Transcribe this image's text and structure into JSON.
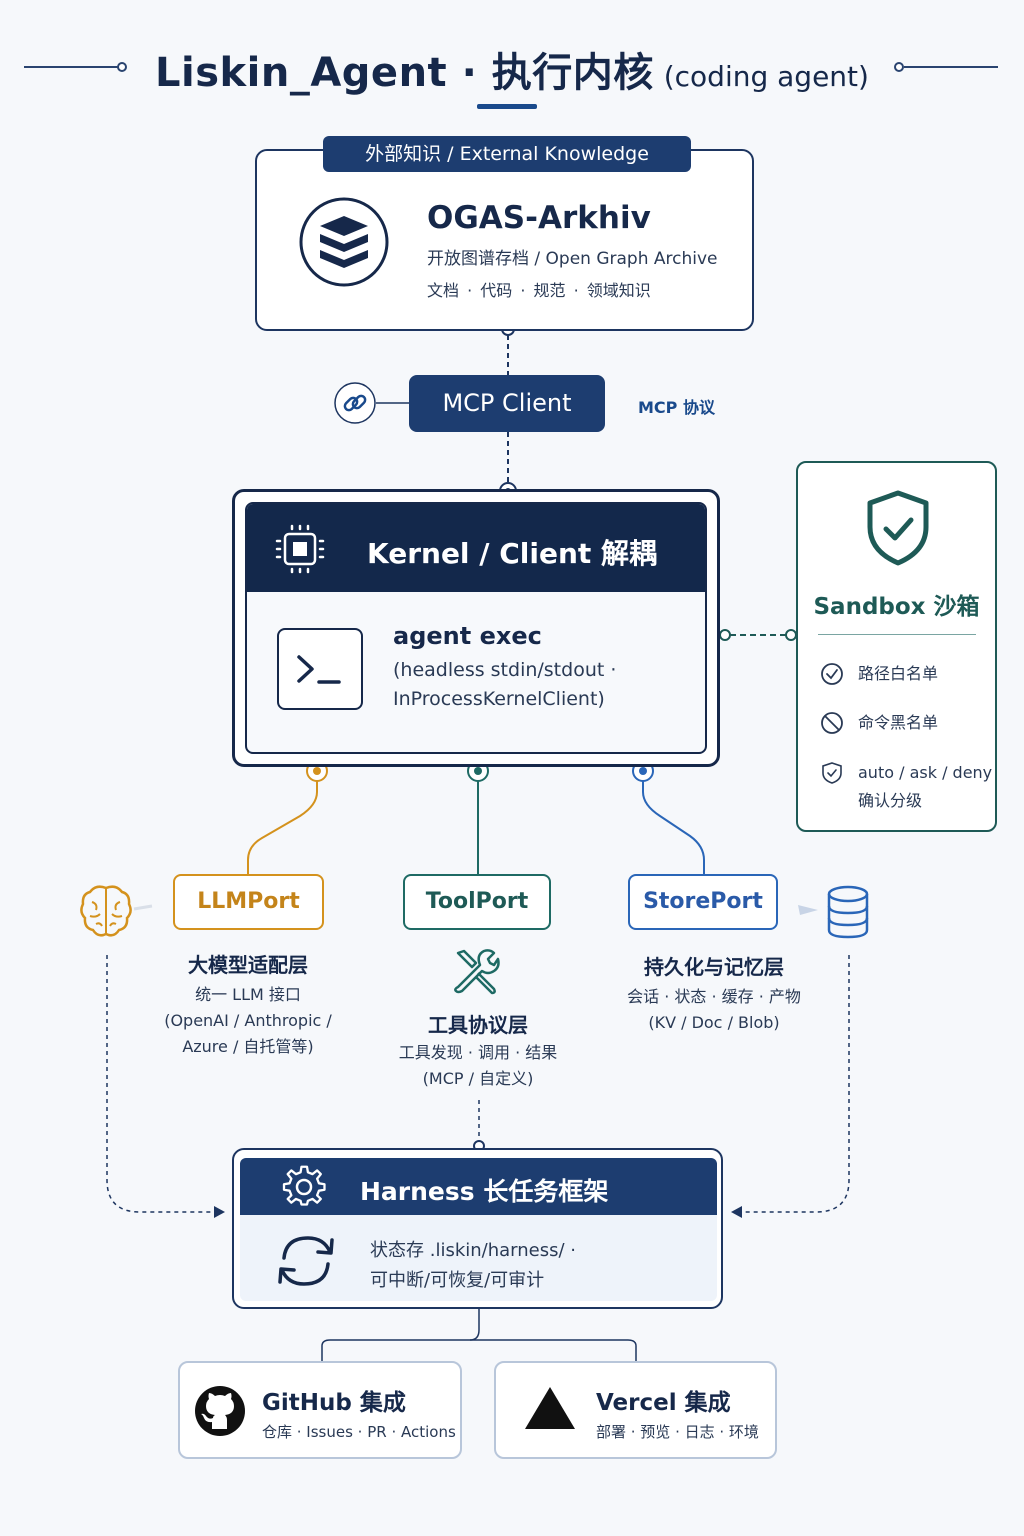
{
  "title": {
    "main": "Liskin_Agent · 执行内核",
    "sub": "(coding agent)"
  },
  "external": {
    "label": "外部知识 / External Knowledge",
    "name": "OGAS-Arkhiv",
    "subtitle": "开放图谱存档 / Open Graph Archive",
    "desc": "文档 · 代码 · 规范 · 领域知识"
  },
  "mcp": {
    "button": "MCP Client",
    "protocol": "MCP 协议"
  },
  "kernel": {
    "title": "Kernel / Client 解耦",
    "exec_title": "agent exec",
    "exec_line1": "(headless stdin/stdout ·",
    "exec_line2": "InProcessKernelClient)"
  },
  "sandbox": {
    "title": "Sandbox 沙箱",
    "items": [
      {
        "text": "路径白名单",
        "icon": "check-circle-icon"
      },
      {
        "text": "命令黑名单",
        "icon": "ban-icon"
      },
      {
        "text": "auto / ask / deny",
        "text2": "确认分级",
        "icon": "shield-check-icon"
      }
    ]
  },
  "ports": [
    {
      "name": "LLMPort",
      "title": "大模型适配层",
      "desc": [
        "统一 LLM 接口",
        "(OpenAI / Anthropic /",
        "Azure / 自托管等)"
      ],
      "color": "#d4921d",
      "icon": "brain-icon"
    },
    {
      "name": "ToolPort",
      "title": "工具协议层",
      "desc": [
        "工具发现 · 调用 · 结果",
        "(MCP / 自定义)"
      ],
      "color": "#1e6a64",
      "icon": "tools-icon"
    },
    {
      "name": "StorePort",
      "title": "持久化与记忆层",
      "desc": [
        "会话 · 状态 · 缓存 · 产物",
        "(KV / Doc / Blob)"
      ],
      "color": "#2a66b8",
      "icon": "database-icon"
    }
  ],
  "harness": {
    "title": "Harness 长任务框架",
    "line1": "状态存 .liskin/harness/ ·",
    "line2": "可中断/可恢复/可审计"
  },
  "integrations": [
    {
      "title": "GitHub 集成",
      "sub": "仓库 · Issues · PR · Actions",
      "icon": "github-icon"
    },
    {
      "title": "Vercel 集成",
      "sub": "部署 · 预览 · 日志 · 环境",
      "icon": "vercel-icon"
    }
  ]
}
